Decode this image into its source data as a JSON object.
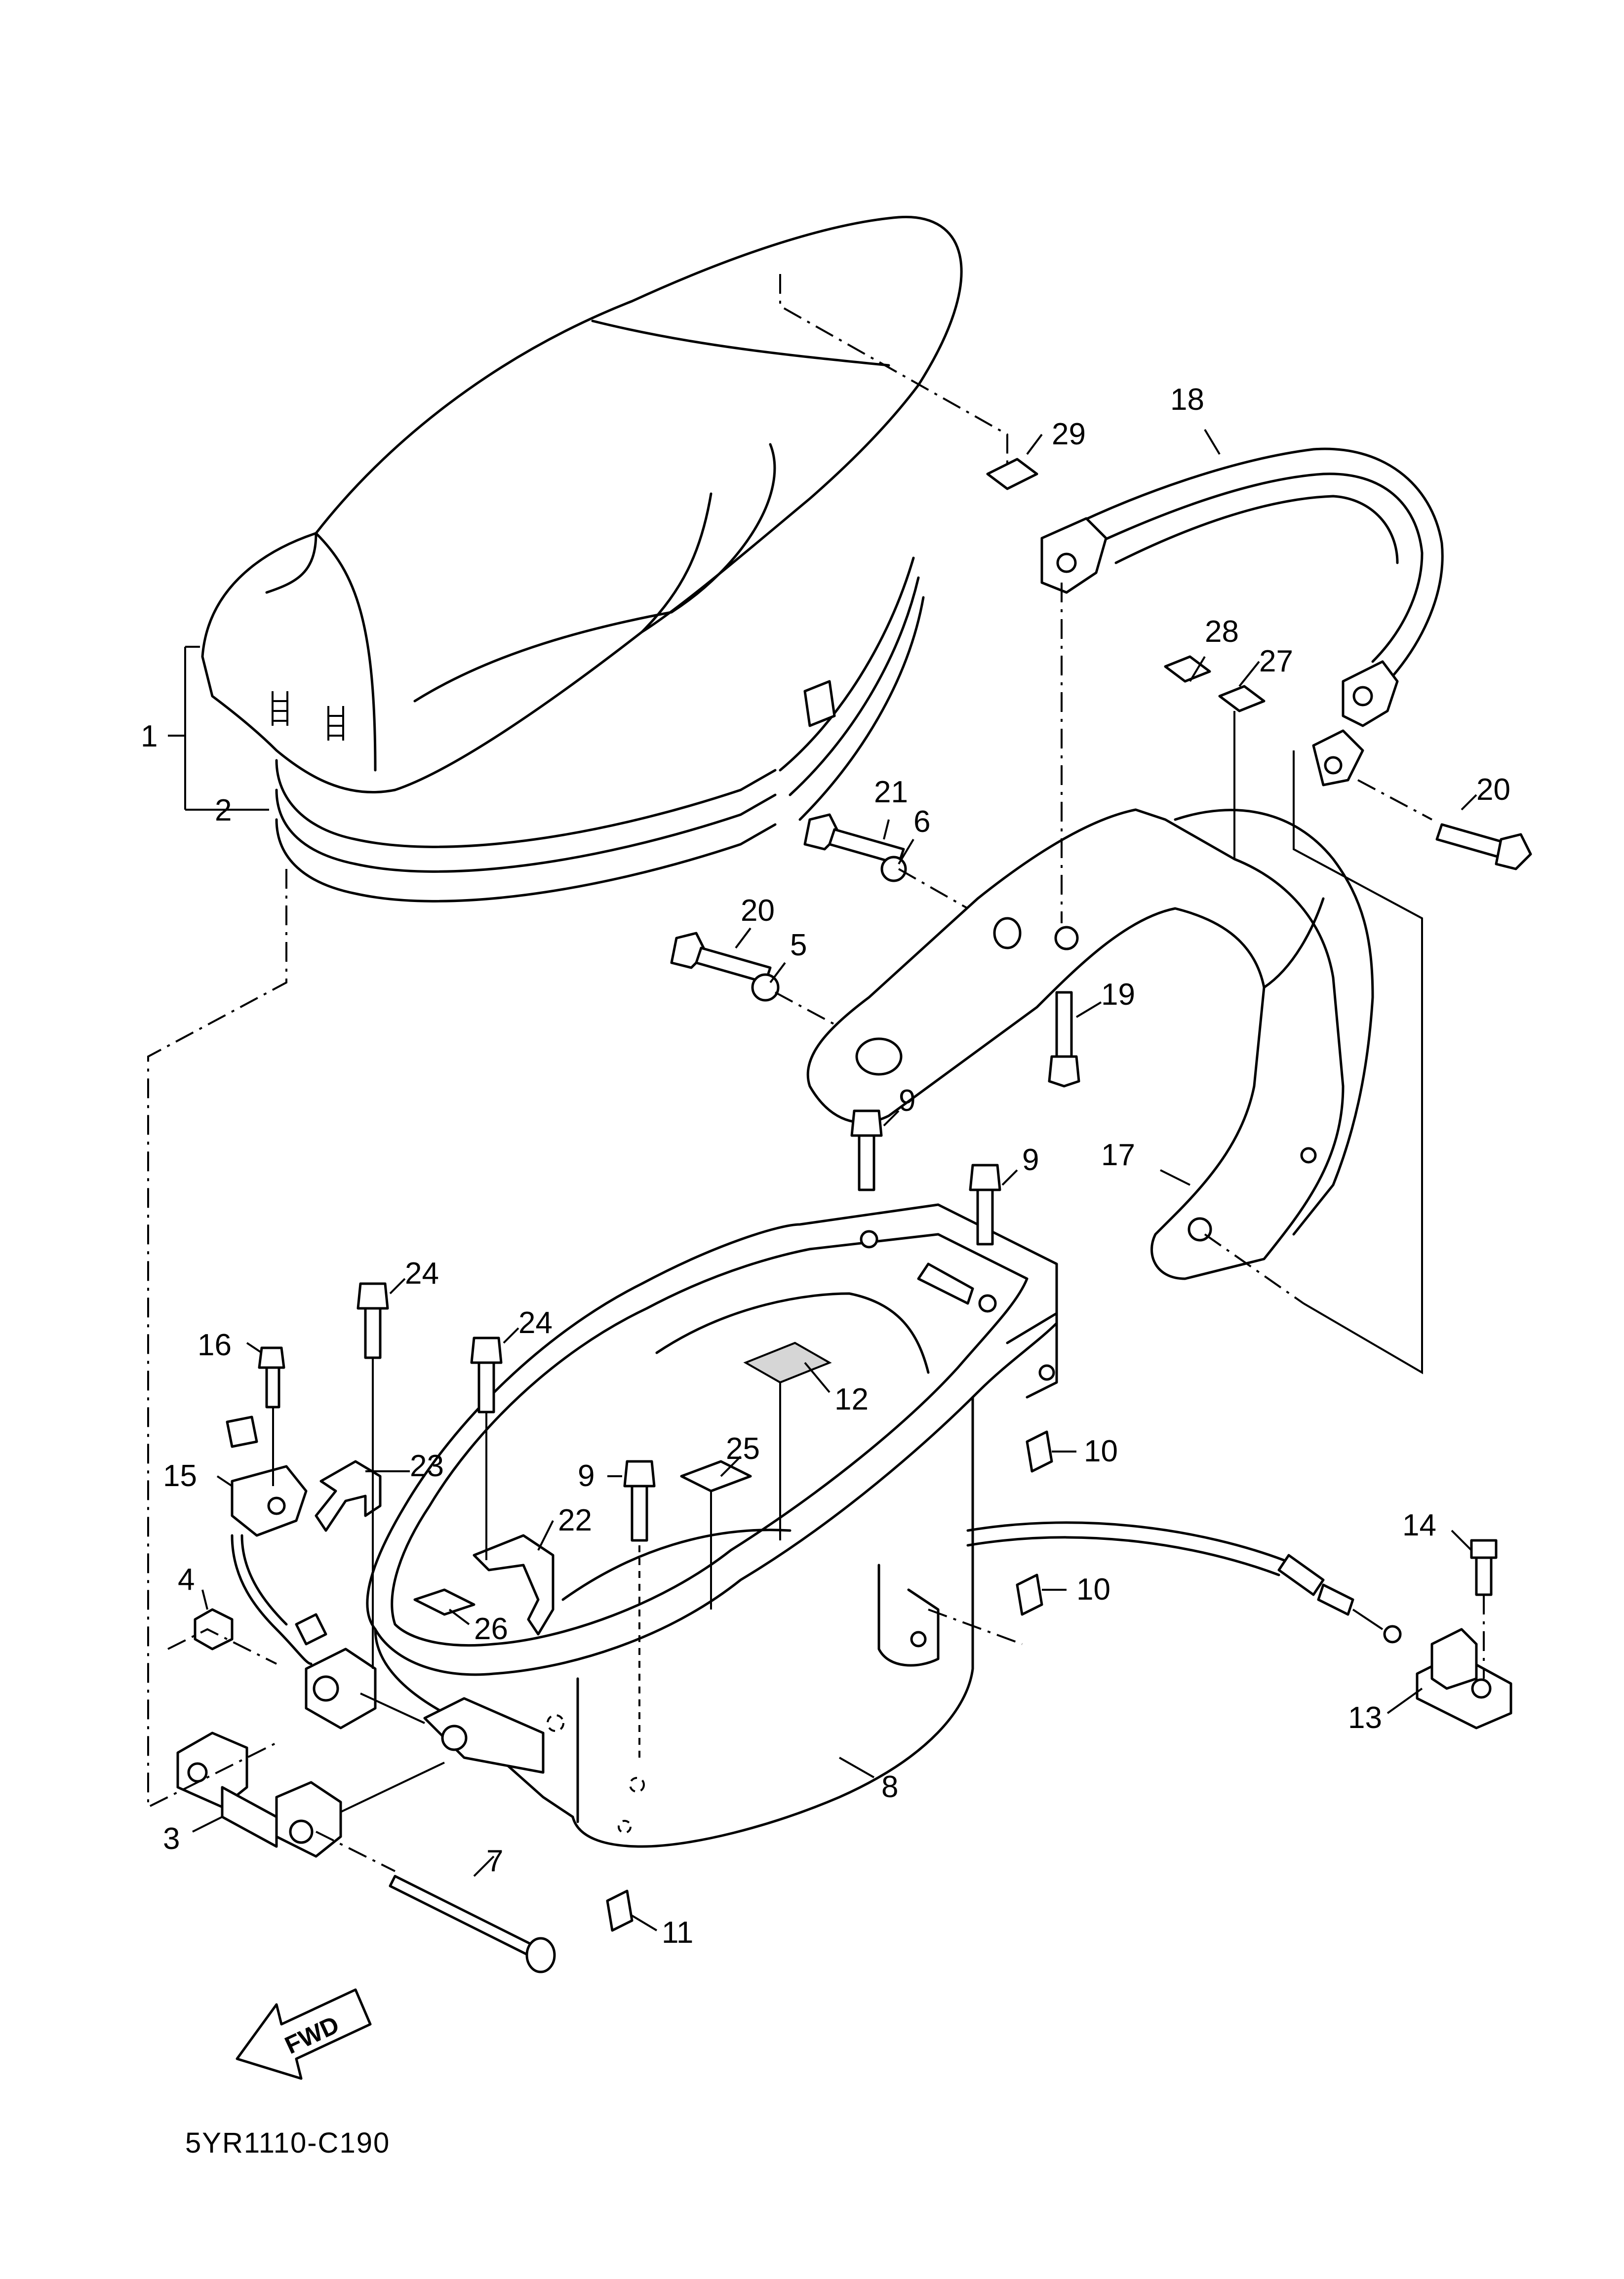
{
  "diagram_code": "5YR1110-C190",
  "fwd_label": "FWD",
  "callouts": {
    "c1": "1",
    "c2": "2",
    "c3": "3",
    "c4": "4",
    "c5": "5",
    "c6": "6",
    "c7": "7",
    "c8": "8",
    "c9a": "9",
    "c9b": "9",
    "c9c": "9",
    "c10a": "10",
    "c10b": "10",
    "c11": "11",
    "c12": "12",
    "c13": "13",
    "c14": "14",
    "c15": "15",
    "c16": "16",
    "c17": "17",
    "c18": "18",
    "c19": "19",
    "c20a": "20",
    "c20b": "20",
    "c21": "21",
    "c22": "22",
    "c23": "23",
    "c24a": "24",
    "c24b": "24",
    "c25": "25",
    "c26": "26",
    "c27": "27",
    "c28": "28",
    "c29": "29"
  }
}
